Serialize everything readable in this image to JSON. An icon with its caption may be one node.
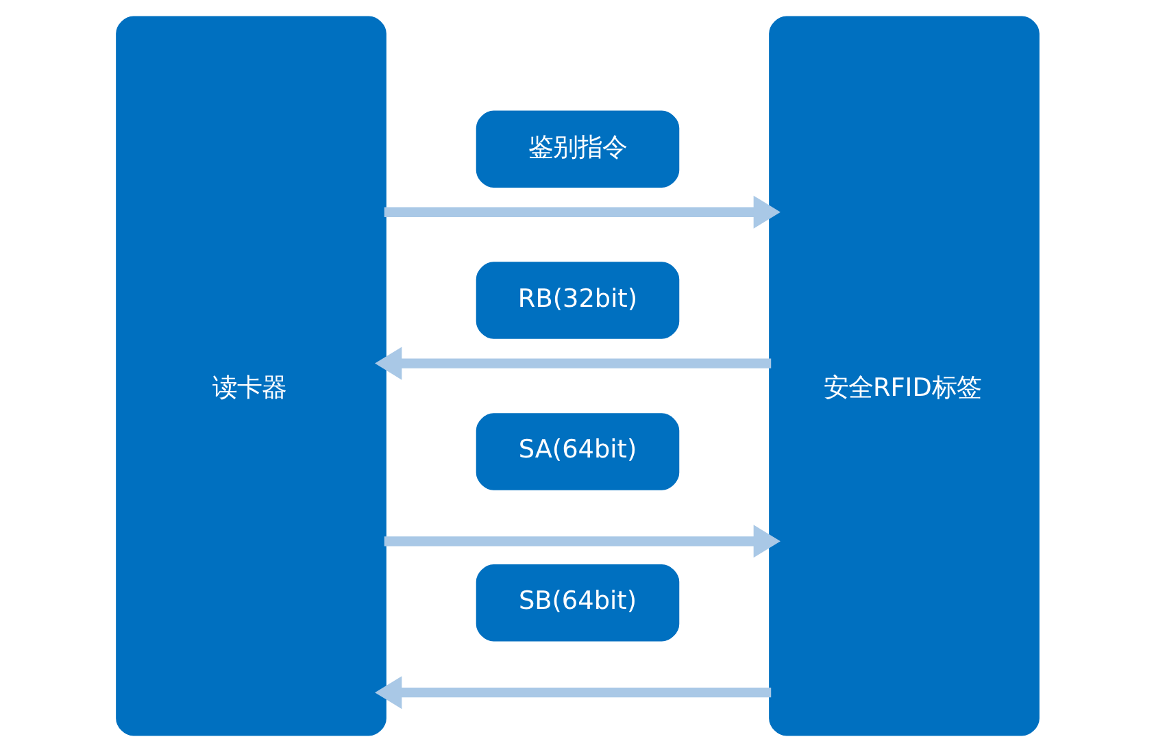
{
  "diagram": {
    "nodes": [
      {
        "text": [
          "读卡器"
        ]
      },
      {
        "text": [
          "鉴别指令"
        ]
      },
      {
        "text": [
          "RB(32bit)"
        ]
      },
      {
        "text": [
          "SA(64bit)"
        ]
      },
      {
        "text": [
          "SB(64bit)"
        ]
      },
      {
        "text": [
          "安全RFID标签"
        ]
      }
    ],
    "edges": [
      {
        "from": 0,
        "to": 5,
        "arrow": "to"
      },
      {
        "from": 5,
        "to": 0,
        "arrow": "to"
      },
      {
        "from": 0,
        "to": 5,
        "arrow": "to"
      },
      {
        "from": 5,
        "to": 0,
        "arrow": "to"
      }
    ]
  }
}
